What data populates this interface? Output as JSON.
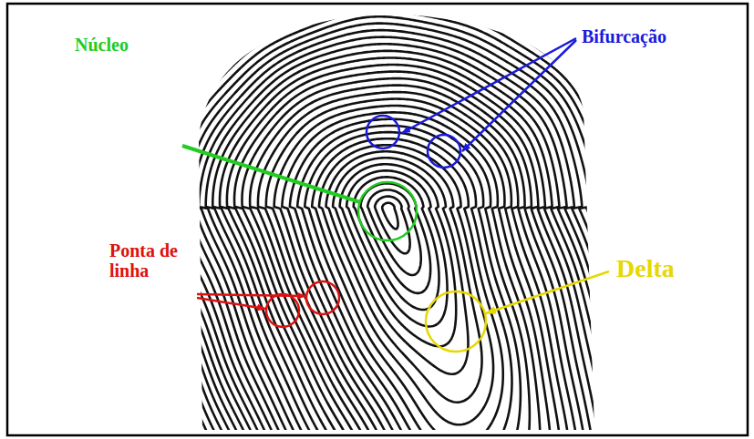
{
  "diagram": {
    "labels": [
      "Bifurcação",
      "Núcleo",
      "Ponta de linha",
      "Delta"
    ]
  }
}
